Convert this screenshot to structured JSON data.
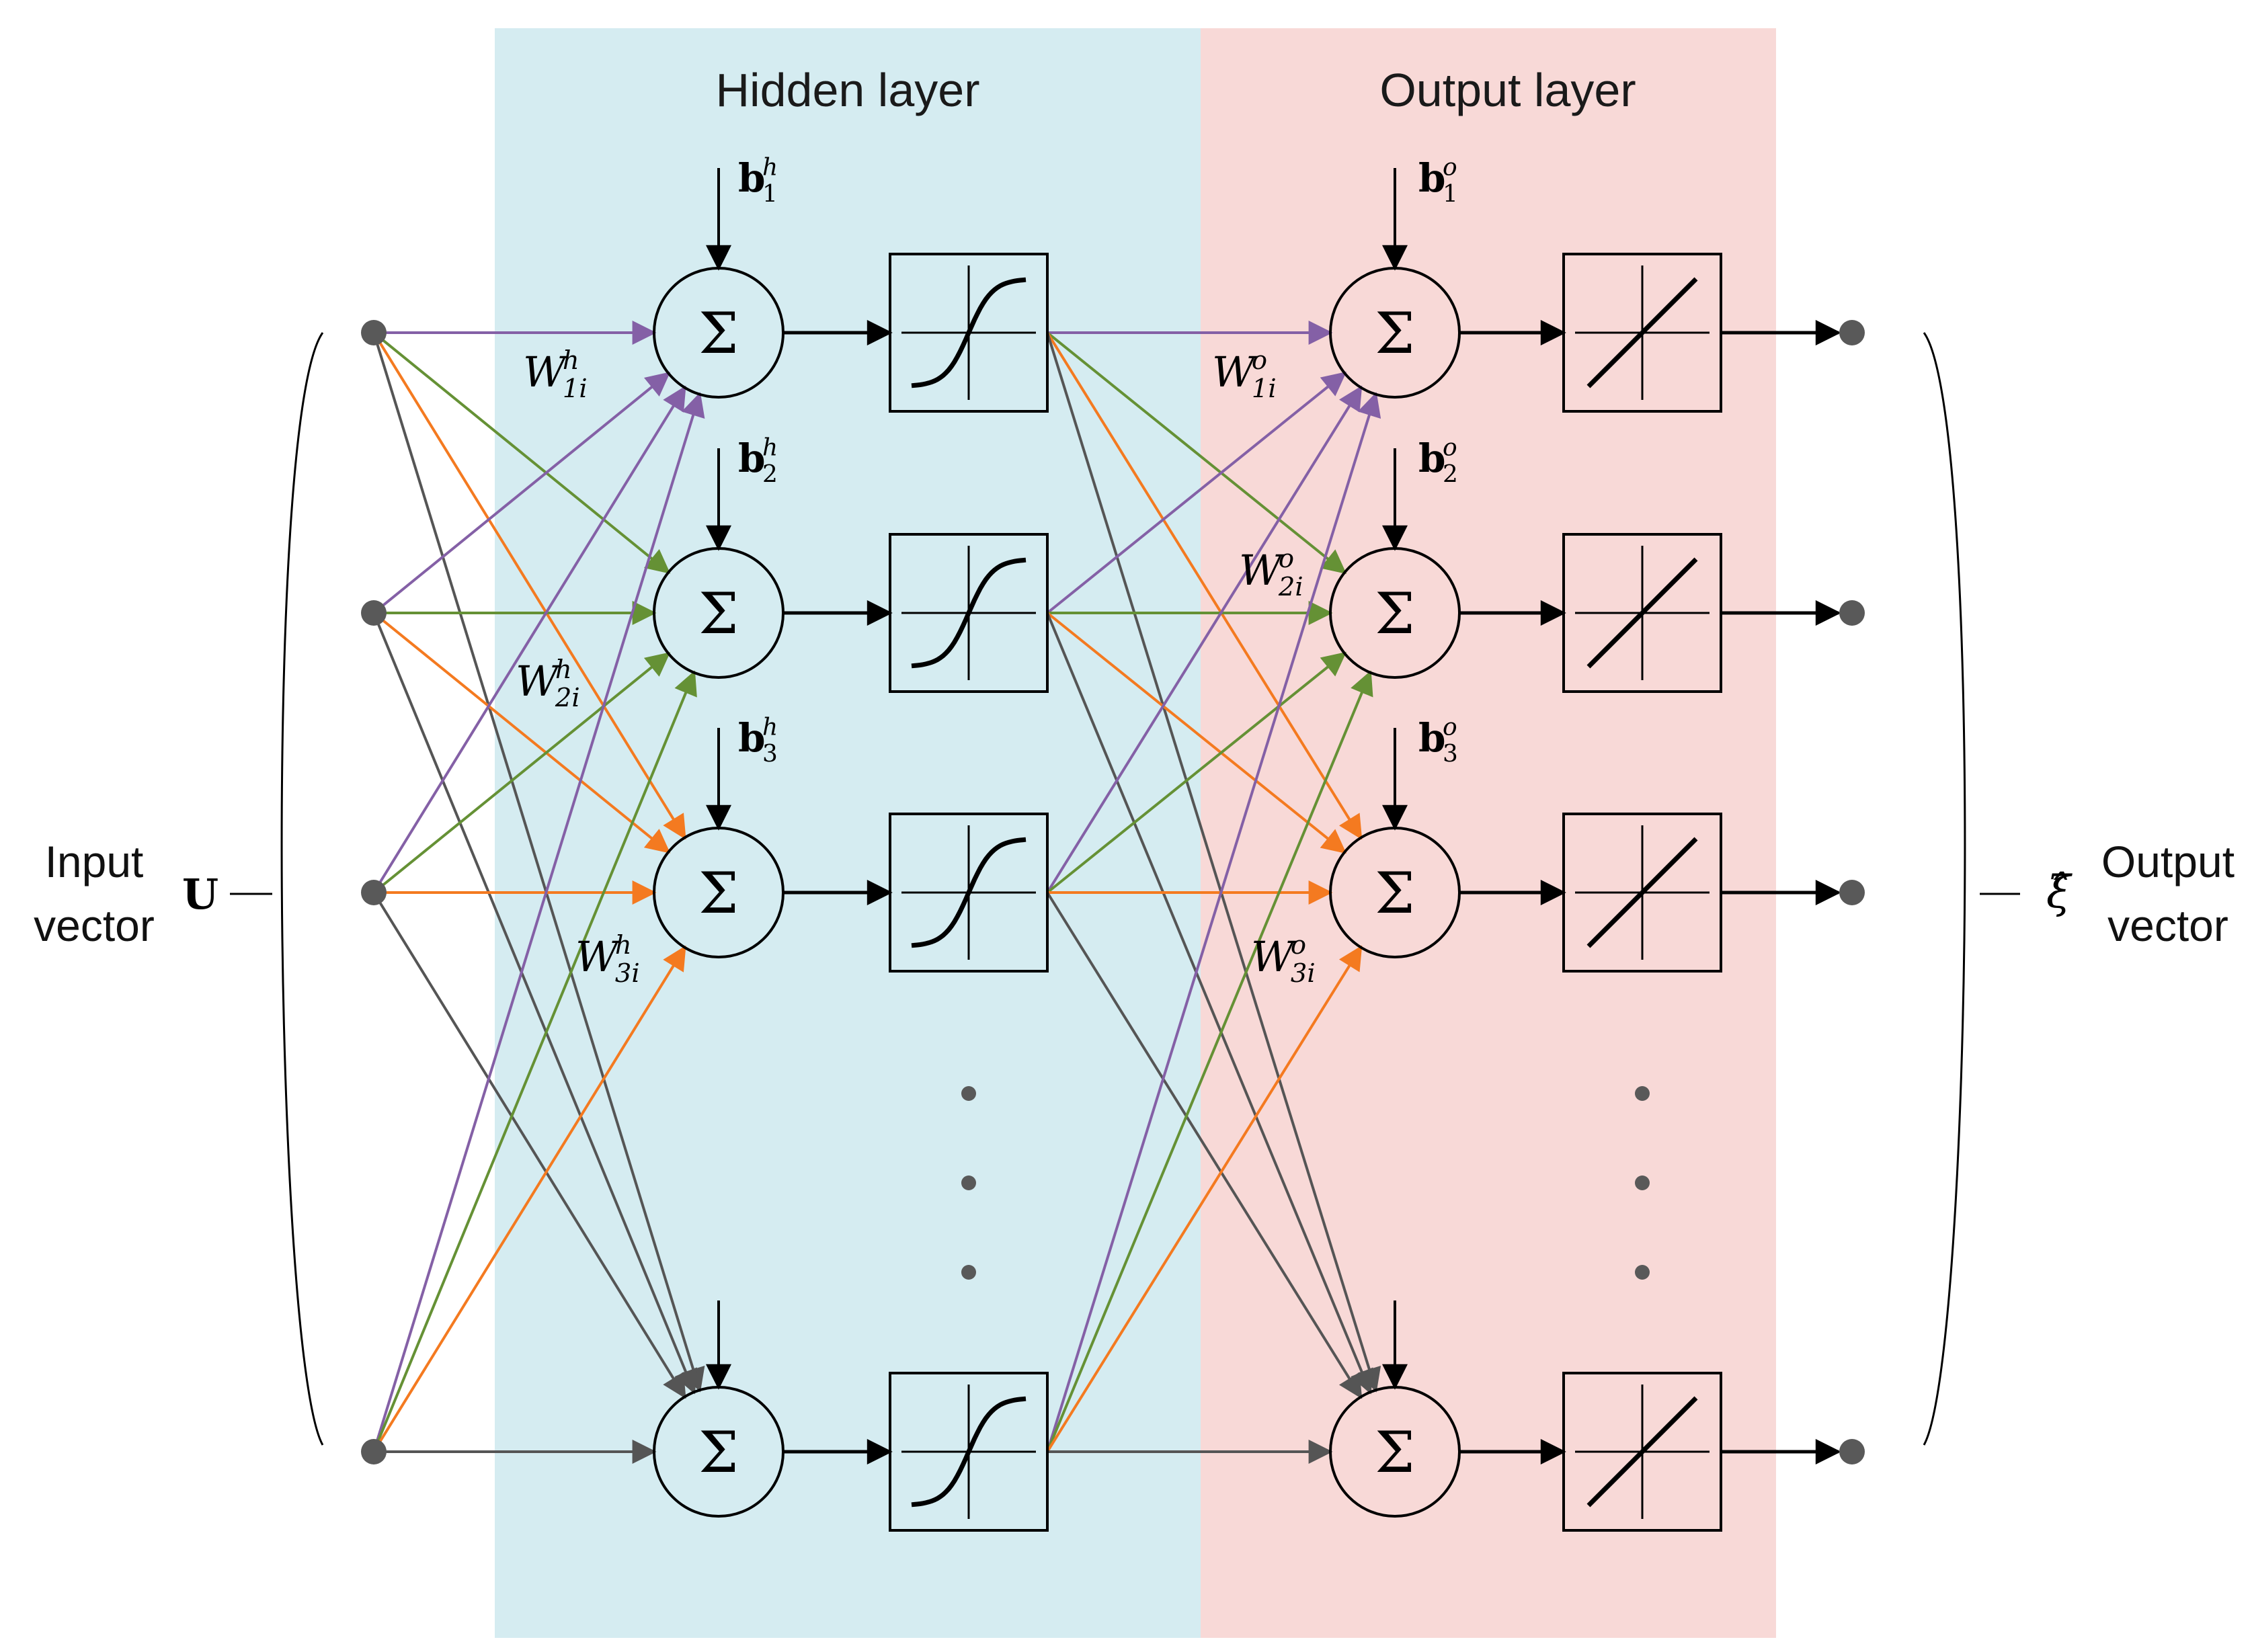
{
  "layers": {
    "hidden_title": "Hidden layer",
    "output_title": "Output layer",
    "hidden_bg": "#d5ecf1",
    "output_bg": "#f8d9d7"
  },
  "input": {
    "label_line1": "Input",
    "label_line2": "vector",
    "symbol": "U"
  },
  "output": {
    "label_line1": "Output",
    "label_line2": "vector",
    "symbol": "ξ̂"
  },
  "neuron_symbol": "Σ",
  "hidden_activation": "sigmoid",
  "output_activation": "linear",
  "hidden_biases": [
    {
      "base": "b",
      "sup": "h",
      "sub": "1"
    },
    {
      "base": "b",
      "sup": "h",
      "sub": "2"
    },
    {
      "base": "b",
      "sup": "h",
      "sub": "3"
    }
  ],
  "output_biases": [
    {
      "base": "b",
      "sup": "o",
      "sub": "1"
    },
    {
      "base": "b",
      "sup": "o",
      "sub": "2"
    },
    {
      "base": "b",
      "sup": "o",
      "sub": "3"
    }
  ],
  "hidden_weights": [
    {
      "base": "W",
      "sup": "h",
      "sub": "1i",
      "color": "#8460a6"
    },
    {
      "base": "W",
      "sup": "h",
      "sub": "2i",
      "color": "#659135"
    },
    {
      "base": "W",
      "sup": "h",
      "sub": "3i",
      "color": "#f47a20"
    }
  ],
  "output_weights": [
    {
      "base": "W",
      "sup": "o",
      "sub": "1i",
      "color": "#8460a6"
    },
    {
      "base": "W",
      "sup": "o",
      "sub": "2i",
      "color": "#659135"
    },
    {
      "base": "W",
      "sup": "o",
      "sub": "3i",
      "color": "#f47a20"
    }
  ],
  "connection_colors": [
    "#8460a6",
    "#659135",
    "#f47a20",
    "#555555"
  ],
  "ellipsis": "⋮"
}
